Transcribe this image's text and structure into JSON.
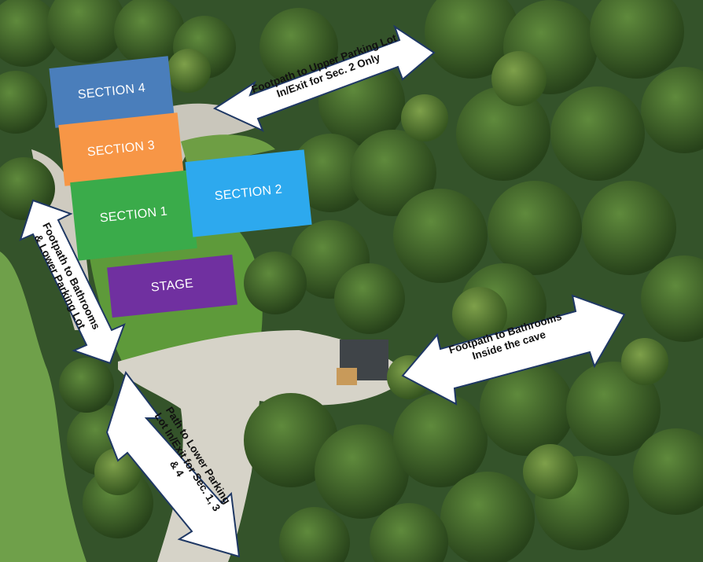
{
  "map": {
    "colors": {
      "section4": "#4a7ebb",
      "section3": "#f79646",
      "section1": "#3aab4a",
      "section2": "#2da9ee",
      "stage": "#7030a0",
      "arrow_fill": "#ffffff",
      "arrow_stroke": "#1f3864"
    },
    "sections": {
      "section4": "SECTION 4",
      "section3": "SECTION 3",
      "section1": "SECTION 1",
      "section2": "SECTION 2",
      "stage": "STAGE"
    },
    "paths": {
      "upper_parking": {
        "line1": "Footpath to Upper Parking Lot",
        "line2": "In/Exit for Sec. 2 Only",
        "icon": "double-arrow"
      },
      "bathrooms_lower": {
        "line1": "Footpath to Bathrooms",
        "line2": "& Lower Parking Lot",
        "icon": "double-arrow"
      },
      "bathrooms_cave": {
        "line1": "Footpath to Bathrooms",
        "line2": "Inside the cave",
        "icon": "double-arrow"
      },
      "lower_parking": {
        "line1": "Path to Lower Parking",
        "line2": "Lot In/Exit for Sec. 1, 3",
        "line3": "& 4",
        "icon": "double-arrow"
      }
    }
  }
}
